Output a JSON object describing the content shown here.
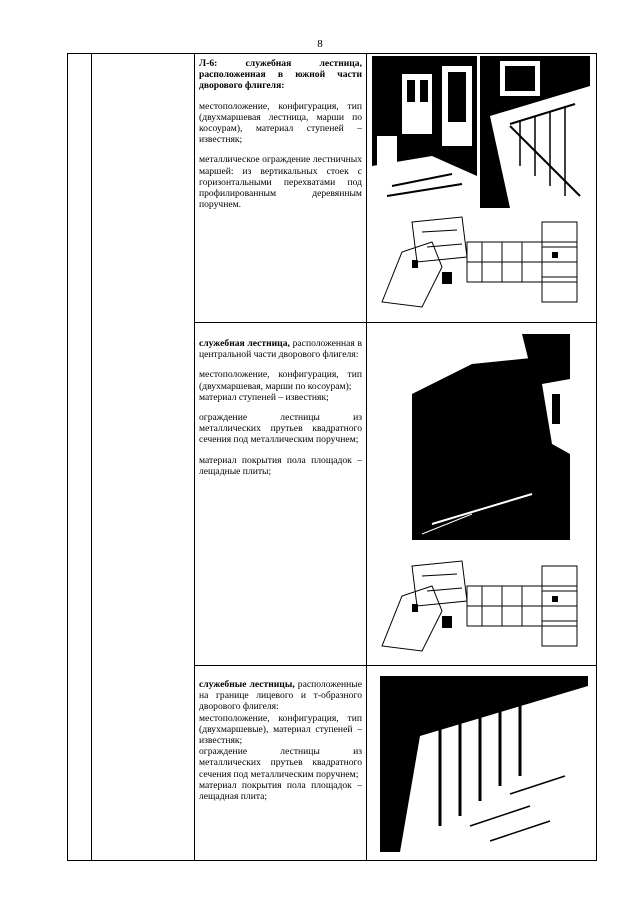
{
  "page_number": "8",
  "sections": [
    {
      "title": "Л-6: служебная лестница, расположенная в южной части дворового флигеля:",
      "paragraphs": [
        "местоположение, конфигурация, тип (двухмаршевая лестница, марши по косоурам), материал ступеней – известняк;",
        "металлическое ограждение лестничных маршей: из вертикальных стоек с горизонтальными перехватами под профилированным деревянным поручнем."
      ]
    },
    {
      "title": "служебная лестница,",
      "title_rest": "расположенная в центральной части дворового флигеля:",
      "paragraphs": [
        "местоположение, конфигурация, тип (двухмаршевая, марши по косоурам);",
        "материал ступеней – известняк;",
        "ограждение лестницы из металлических прутьев квадратного сечения под металлическим поручнем;",
        "материал покрытия пола площадок – лещадные плиты;"
      ]
    },
    {
      "title": "служебные лестницы,",
      "title_rest": "расположенные на границе лицевого и т-образного дворового флигеля:",
      "paragraphs": [
        "местоположение, конфигурация, тип (двухмаршевые), материал ступеней – известняк;",
        "ограждение лестницы из металлических прутьев квадратного сечения под металлическим поручнем;",
        "материал покрытия пола площадок – лещадная плита;"
      ]
    }
  ]
}
